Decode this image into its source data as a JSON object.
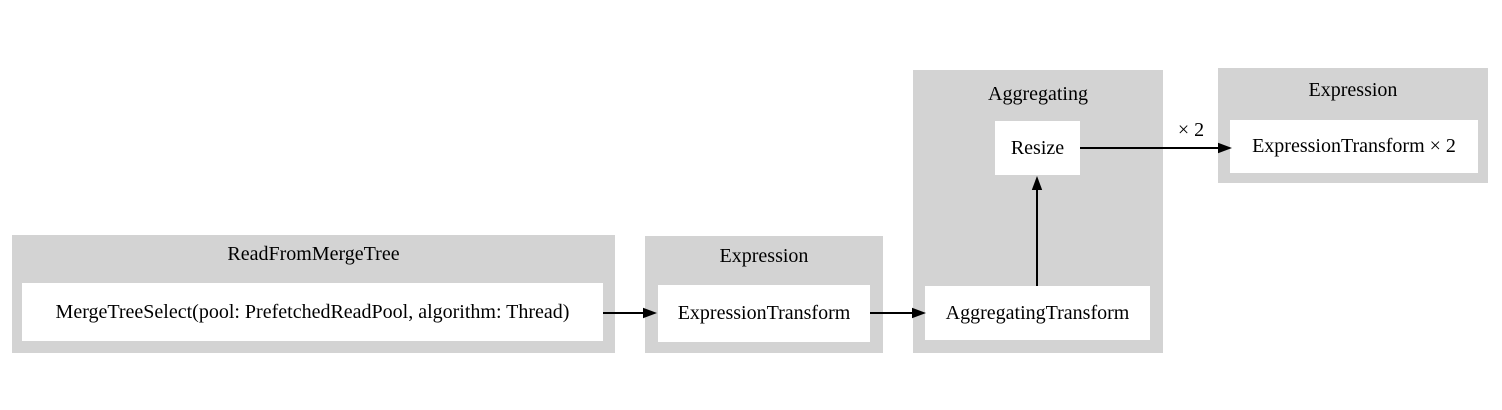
{
  "diagram": {
    "type": "pipeline-graph",
    "background_color": "#ffffff",
    "cluster_fill_color": "#d3d3d3",
    "node_fill_color": "#ffffff",
    "edge_color": "#000000",
    "clusters": [
      {
        "title": "ReadFromMergeTree",
        "nodes": [
          {
            "label": "MergeTreeSelect(pool: PrefetchedReadPool, algorithm: Thread)"
          }
        ]
      },
      {
        "title": "Expression",
        "nodes": [
          {
            "label": "ExpressionTransform"
          }
        ]
      },
      {
        "title": "Aggregating",
        "nodes": [
          {
            "label": "Resize"
          },
          {
            "label": "AggregatingTransform"
          }
        ]
      },
      {
        "title": "Expression",
        "nodes": [
          {
            "label": "ExpressionTransform × 2"
          }
        ]
      }
    ],
    "edges": [
      {
        "from": "MergeTreeSelect(pool: PrefetchedReadPool, algorithm: Thread)",
        "to": "ExpressionTransform",
        "label": ""
      },
      {
        "from": "ExpressionTransform",
        "to": "AggregatingTransform",
        "label": ""
      },
      {
        "from": "AggregatingTransform",
        "to": "Resize",
        "label": ""
      },
      {
        "from": "Resize",
        "to": "ExpressionTransform × 2",
        "label": "× 2"
      }
    ]
  }
}
